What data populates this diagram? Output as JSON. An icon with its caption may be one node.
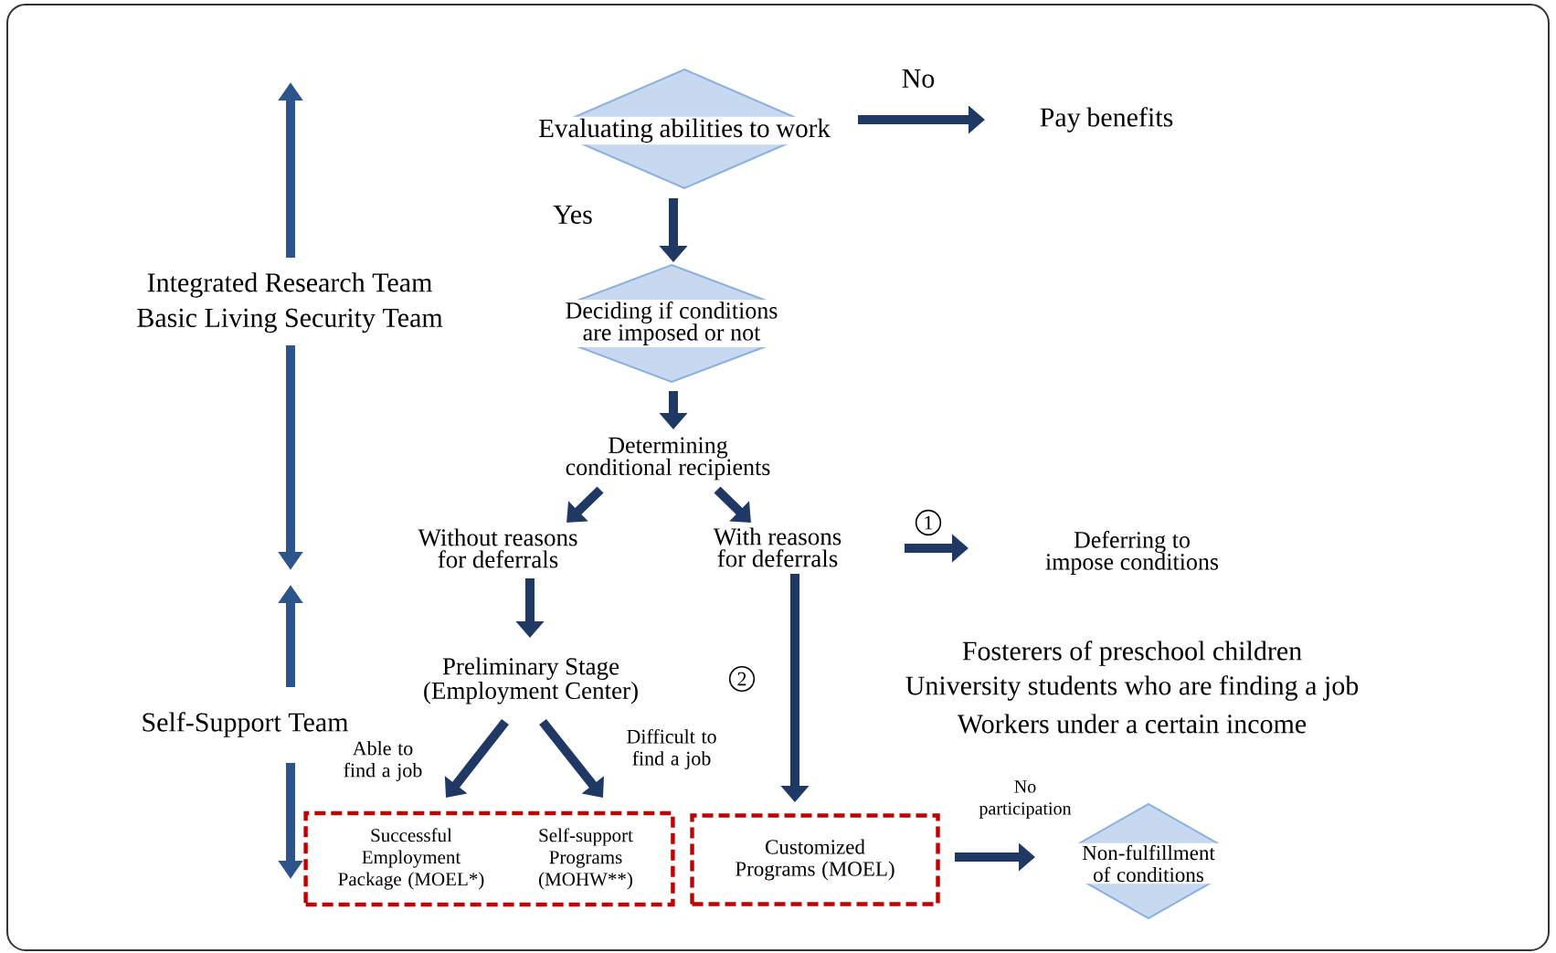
{
  "diagram": {
    "nodes": [
      {
        "text": [
          "Evaluating abilities to work"
        ]
      },
      {
        "text": [
          "Pay benefits"
        ]
      },
      {
        "text": [
          "Deciding if conditions are imposed or not"
        ]
      },
      {
        "text": [
          "Determining conditional recipients"
        ]
      },
      {
        "text": [
          "Without reasons for deferrals"
        ]
      },
      {
        "text": [
          "With reasons for deferrals"
        ]
      },
      {
        "text": [
          "Deferring to impose conditions"
        ]
      },
      {
        "text": [
          "Preliminary Stage (Employment Center)"
        ]
      },
      {
        "text": [],
        "shape": "box"
      },
      {
        "text": [
          "Successful Employment Package (MOEL*)"
        ],
        "in": 8
      },
      {
        "text": [
          "Self-support Programs (MOHW**)"
        ],
        "in": 8
      },
      {
        "text": [
          "Customized Programs (MOEL)"
        ]
      },
      {
        "text": [
          "Non-fulfillment of conditions"
        ]
      }
    ],
    "edges": [
      {
        "from": 0,
        "to": 1,
        "arrow": "to",
        "label": "No"
      },
      {
        "from": 0,
        "to": 2,
        "arrow": "to",
        "label": "Yes"
      },
      {
        "from": 2,
        "to": 3,
        "arrow": "to"
      },
      {
        "from": 3,
        "to": 4,
        "arrow": "to"
      },
      {
        "from": 3,
        "to": 5,
        "arrow": "to"
      },
      {
        "from": 5,
        "to": 6,
        "arrow": "to",
        "label": "1"
      },
      {
        "from": 4,
        "to": 7,
        "arrow": "to"
      },
      {
        "from": 7,
        "to": 9,
        "arrow": "to",
        "label": "Able to find a job"
      },
      {
        "from": 7,
        "to": 10,
        "arrow": "to",
        "label": "Difficult to find a job"
      },
      {
        "from": 5,
        "to": 11,
        "arrow": "to"
      },
      {
        "from": 11,
        "to": 12,
        "arrow": "to",
        "label": "No participation"
      }
    ],
    "labels": [
      "Integrated Research Team",
      "Basic Living Security Team",
      "Self-Support Team",
      "2",
      "Fosterers of preschool children",
      "University students who are finding a job",
      "Workers under a certain income"
    ]
  }
}
